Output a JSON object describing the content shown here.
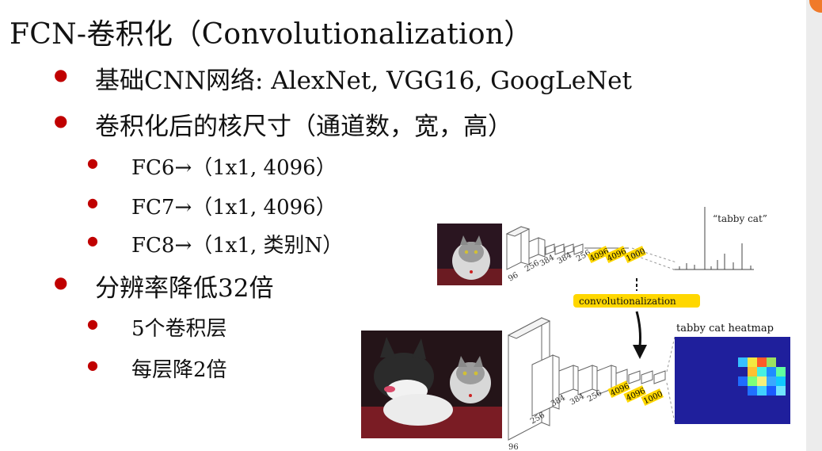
{
  "slide": {
    "title": "FCN-卷积化（Convolutionalization）",
    "bullets": [
      {
        "text": "基础CNN网络: AlexNet, VGG16, GoogLeNet"
      },
      {
        "text": "卷积化后的核尺寸（通道数，宽，高）",
        "sub": [
          "FC6→（1x1, 4096）",
          "FC7→（1x1, 4096）",
          "FC8→（1x1, 类别N）"
        ]
      },
      {
        "text": "分辨率降低32倍",
        "sub": [
          "5个卷积层",
          "每层降2倍"
        ]
      }
    ],
    "bullet_color": "#c00000"
  },
  "figure": {
    "top_layers": [
      "96",
      "256",
      "384",
      "384",
      "256",
      "4096",
      "4096",
      "1000"
    ],
    "bottom_layers": [
      "96",
      "256",
      "384",
      "384",
      "256",
      "4096",
      "4096",
      "1000"
    ],
    "prediction_label": "“tabby cat”",
    "arrow_label": "convolutionalization",
    "heatmap_label": "tabby cat heatmap",
    "highlight_color": "#ffd700",
    "heatmap_bg": "#1f1f9c"
  }
}
